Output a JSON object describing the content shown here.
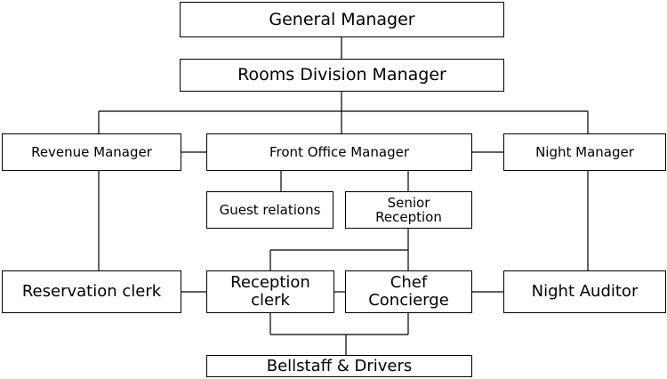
{
  "org_chart": {
    "general_manager": "General Manager",
    "rooms_division_manager": "Rooms Division Manager",
    "revenue_manager": "Revenue Manager",
    "front_office_manager": "Front Office Manager",
    "night_manager": "Night Manager",
    "guest_relations": "Guest relations",
    "senior_reception": "Senior\nReception",
    "reservation_clerk": "Reservation clerk",
    "reception_clerk": "Reception\nclerk",
    "chef_concierge": "Chef\nConcierge",
    "night_auditor": "Night Auditor",
    "bellstaff_drivers": "Bellstaff & Drivers"
  }
}
